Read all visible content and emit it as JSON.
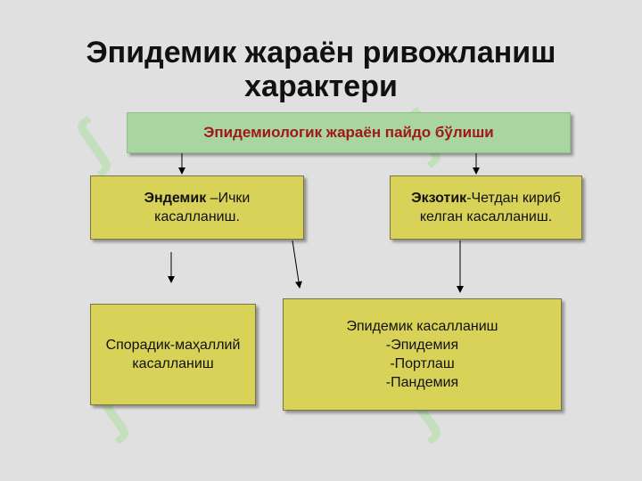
{
  "title_line1": "Эпидемик жараён ривожланиш",
  "title_line2": "характери",
  "top": "Эпидемиологик жараён пайдо бўлиши",
  "endemic": {
    "term": "Эндемик",
    "rest_line1": " –Ички",
    "line2": "касалланиш."
  },
  "exotic": {
    "term": "Экзотик",
    "rest_line1": "-Четдан кириб",
    "line2": "келган касалланиш."
  },
  "sporadic": {
    "line1": "Спорадик-маҳаллий",
    "line2": "касалланиш"
  },
  "epidemic": {
    "line1": "Эпидемик касалланиш",
    "line2": "-Эпидемия",
    "line3": "-Портлаш",
    "line4": "-Пандемия"
  },
  "colors": {
    "box_fill": "#d9d259",
    "top_fill": "#a8d5a0",
    "top_text": "#a01818",
    "background": "#e0e0e0"
  }
}
